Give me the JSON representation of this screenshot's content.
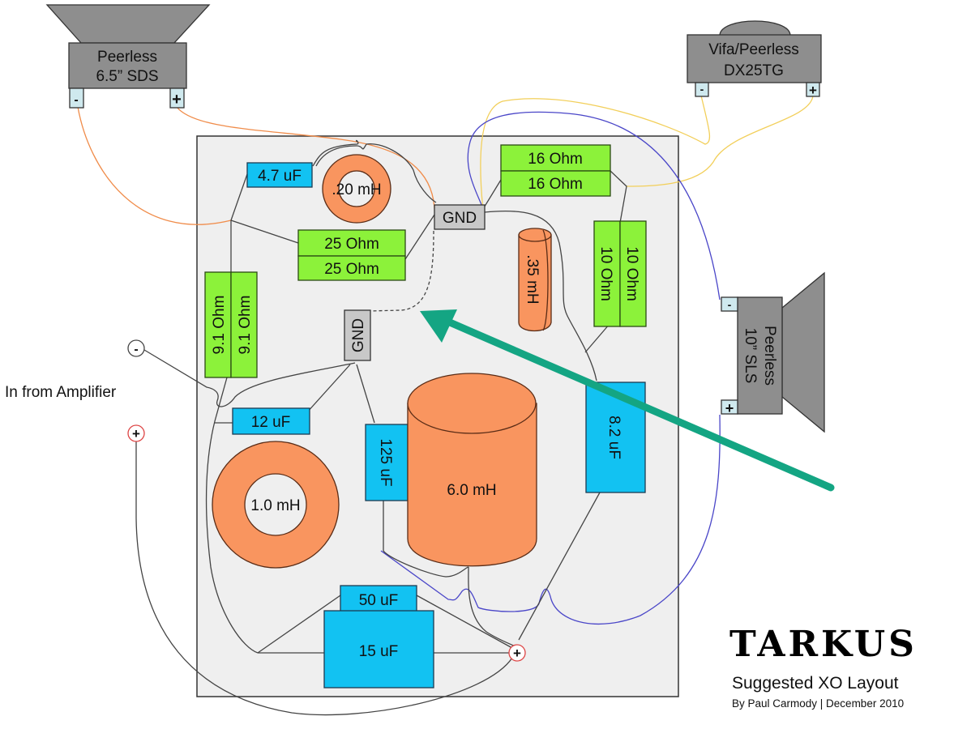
{
  "title": {
    "name": "TARKUS",
    "subtitle": "Suggested XO Layout",
    "credit": "By Paul Carmody | December 2010"
  },
  "input": {
    "label": "In from Amplifier",
    "minus": "-",
    "plus": "+"
  },
  "drivers": {
    "woofer": {
      "line1": "Peerless",
      "line2": "6.5” SDS",
      "neg": "-",
      "pos": "+"
    },
    "tweeter": {
      "line1": "Vifa/Peerless",
      "line2": "DX25TG",
      "neg": "-",
      "pos": "+"
    },
    "sub": {
      "line1": "Peerless",
      "line2": "10” SLS",
      "neg": "-",
      "pos": "+"
    }
  },
  "components": {
    "c_4_7": "4.7 uF",
    "l_020": ".20 mH",
    "gnd_top": "GND",
    "r_16a": "16 Ohm",
    "r_16b": "16 Ohm",
    "r_25a": "25 Ohm",
    "r_25b": "25 Ohm",
    "l_035": ".35 mH",
    "r_10a": "10 Ohm",
    "r_10b": "10 Ohm",
    "r_91a": "9.1 Ohm",
    "r_91b": "9.1 Ohm",
    "gnd_mid": "GND",
    "c_12": "12 uF",
    "c_125": "125 uF",
    "l_60": "6.0 mH",
    "c_82": "8.2 uF",
    "l_10": "1.0 mH",
    "c_50": "50 uF",
    "c_15": "15 uF",
    "junction_plus": "+"
  },
  "colors": {
    "capacitor": "#12c2f2",
    "resistor": "#8cf23a",
    "inductor": "#f9955f",
    "ground": "#c8c8c8",
    "driver": "#8e8e8e",
    "arrow": "#14a583",
    "board": "#efefef"
  }
}
